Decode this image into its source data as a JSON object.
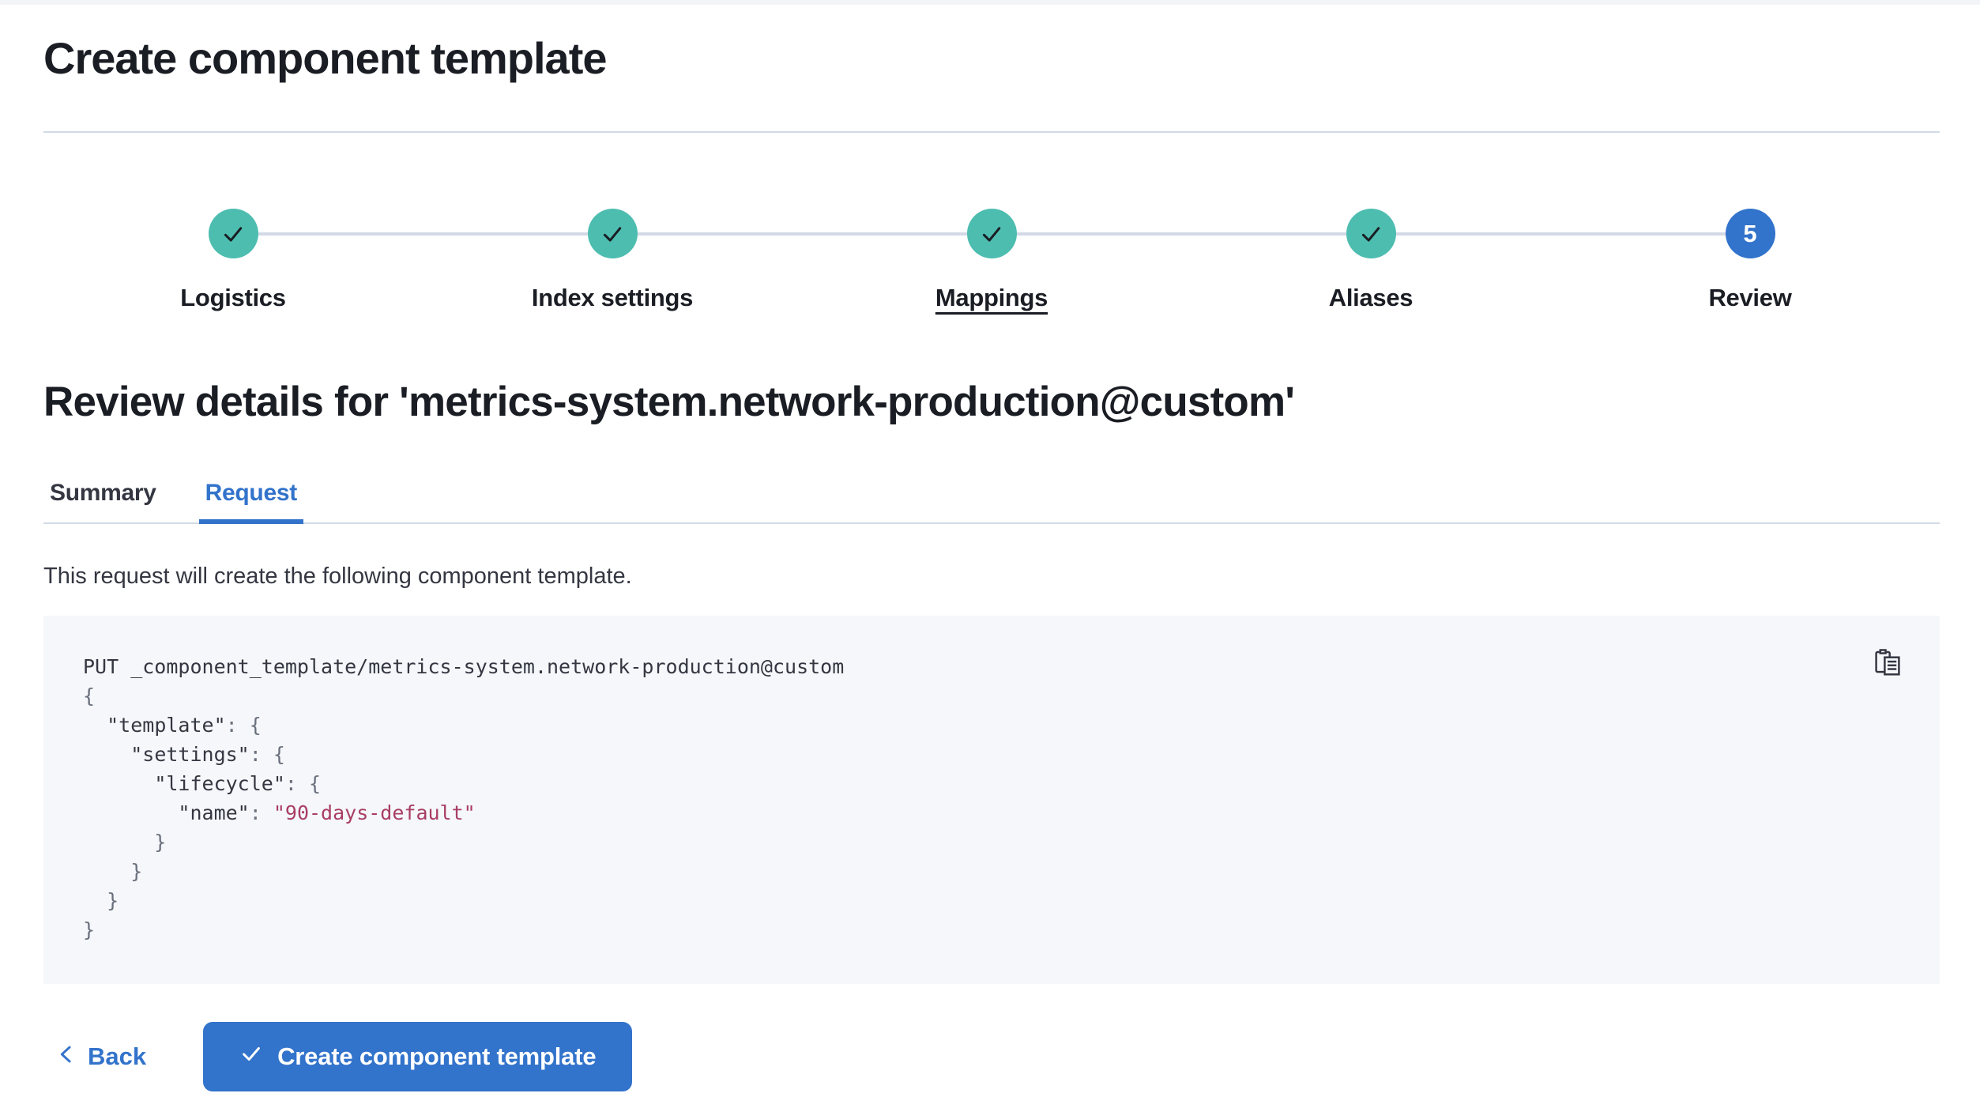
{
  "page": {
    "title": "Create component template"
  },
  "stepper": {
    "steps": [
      {
        "label": "Logistics",
        "status": "complete"
      },
      {
        "label": "Index settings",
        "status": "complete"
      },
      {
        "label": "Mappings",
        "status": "complete",
        "underlined": true
      },
      {
        "label": "Aliases",
        "status": "complete"
      },
      {
        "label": "Review",
        "status": "current",
        "number": "5"
      }
    ]
  },
  "review": {
    "heading": "Review details for 'metrics-system.network-production@custom'",
    "tabs": [
      {
        "label": "Summary",
        "active": false
      },
      {
        "label": "Request",
        "active": true
      }
    ],
    "description": "This request will create the following component template."
  },
  "code_block": {
    "copy_icon": "copy-clipboard-icon",
    "lines": [
      {
        "tokens": [
          {
            "text": "PUT _component_template/metrics-system.network-production@custom",
            "type": "plain"
          }
        ]
      },
      {
        "tokens": [
          {
            "text": "{",
            "type": "punct"
          }
        ]
      },
      {
        "tokens": [
          {
            "text": "  ",
            "type": "punct"
          },
          {
            "text": "\"template\"",
            "type": "key"
          },
          {
            "text": ": {",
            "type": "punct"
          }
        ]
      },
      {
        "tokens": [
          {
            "text": "    ",
            "type": "punct"
          },
          {
            "text": "\"settings\"",
            "type": "key"
          },
          {
            "text": ": {",
            "type": "punct"
          }
        ]
      },
      {
        "tokens": [
          {
            "text": "      ",
            "type": "punct"
          },
          {
            "text": "\"lifecycle\"",
            "type": "key"
          },
          {
            "text": ": {",
            "type": "punct"
          }
        ]
      },
      {
        "tokens": [
          {
            "text": "        ",
            "type": "punct"
          },
          {
            "text": "\"name\"",
            "type": "key"
          },
          {
            "text": ": ",
            "type": "punct"
          },
          {
            "text": "\"90-days-default\"",
            "type": "string"
          }
        ]
      },
      {
        "tokens": [
          {
            "text": "      }",
            "type": "punct"
          }
        ]
      },
      {
        "tokens": [
          {
            "text": "    }",
            "type": "punct"
          }
        ]
      },
      {
        "tokens": [
          {
            "text": "  }",
            "type": "punct"
          }
        ]
      },
      {
        "tokens": [
          {
            "text": "}",
            "type": "punct"
          }
        ]
      }
    ]
  },
  "footer": {
    "back_label": "Back",
    "create_label": "Create component template"
  },
  "colors": {
    "primary": "#3273CB",
    "success": "#4DBDB0",
    "divider": "#D3DAE6",
    "code_bg": "#F5F7FA",
    "text_dark": "#1A1D23",
    "text_body": "#343741",
    "string": "#A93D63",
    "punct": "#69707D"
  }
}
